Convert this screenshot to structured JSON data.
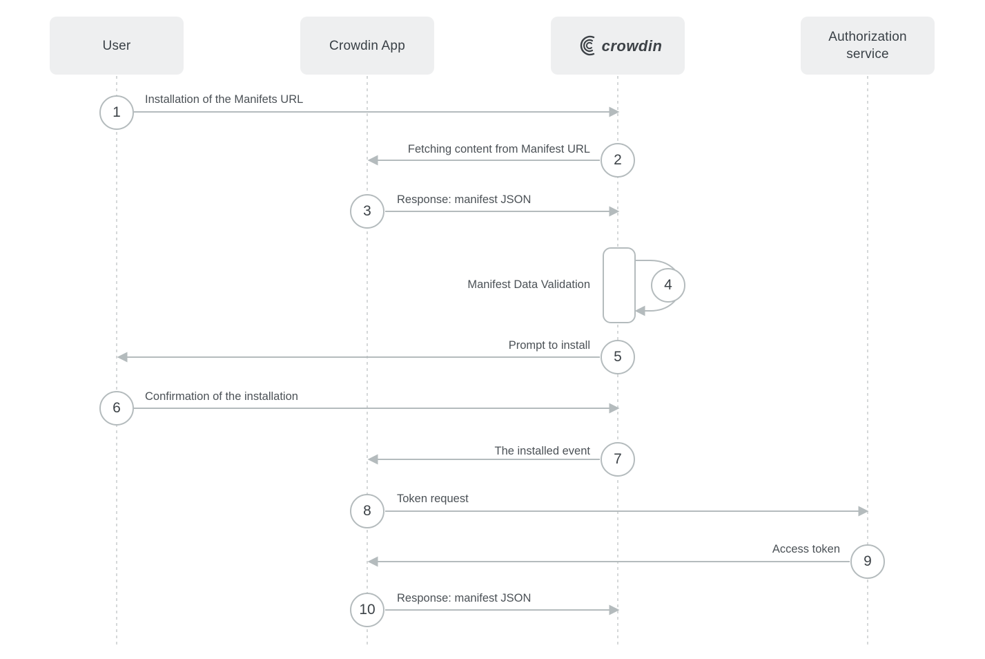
{
  "diagram": {
    "type": "sequence",
    "actors": [
      {
        "id": "user",
        "label": "User"
      },
      {
        "id": "crowdin-app",
        "label": "Crowdin App"
      },
      {
        "id": "crowdin",
        "label": "crowdin",
        "is_logo": true
      },
      {
        "id": "authorization-service",
        "label": "Authorization service"
      }
    ],
    "messages": [
      {
        "step": "1",
        "label": "Installation of the Manifets URL",
        "from": "user",
        "to": "crowdin"
      },
      {
        "step": "2",
        "label": "Fetching content from Manifest URL",
        "from": "crowdin",
        "to": "crowdin-app"
      },
      {
        "step": "3",
        "label": "Response: manifest JSON",
        "from": "crowdin-app",
        "to": "crowdin"
      },
      {
        "step": "4",
        "label": "Manifest Data Validation",
        "from": "crowdin",
        "to": "crowdin",
        "self_loop": true
      },
      {
        "step": "5",
        "label": "Prompt to install",
        "from": "crowdin",
        "to": "user"
      },
      {
        "step": "6",
        "label": "Confirmation of the installation",
        "from": "user",
        "to": "crowdin"
      },
      {
        "step": "7",
        "label": "The installed event",
        "from": "crowdin",
        "to": "crowdin-app"
      },
      {
        "step": "8",
        "label": "Token request",
        "from": "crowdin-app",
        "to": "authorization-service"
      },
      {
        "step": "9",
        "label": "Access token",
        "from": "authorization-service",
        "to": "crowdin-app"
      },
      {
        "step": "10",
        "label": "Response: manifest JSON",
        "from": "crowdin-app",
        "to": "crowdin"
      }
    ],
    "colors": {
      "background": "#ffffff",
      "actor_box_bg": "#eeeff0",
      "actor_text": "#394046",
      "arrow_line": "#b4bbbd",
      "lifeline_dash": "#d5d8d9",
      "circle_border": "#b4bbbd",
      "circle_text": "#3c4247",
      "label_text": "#4b5156"
    }
  }
}
